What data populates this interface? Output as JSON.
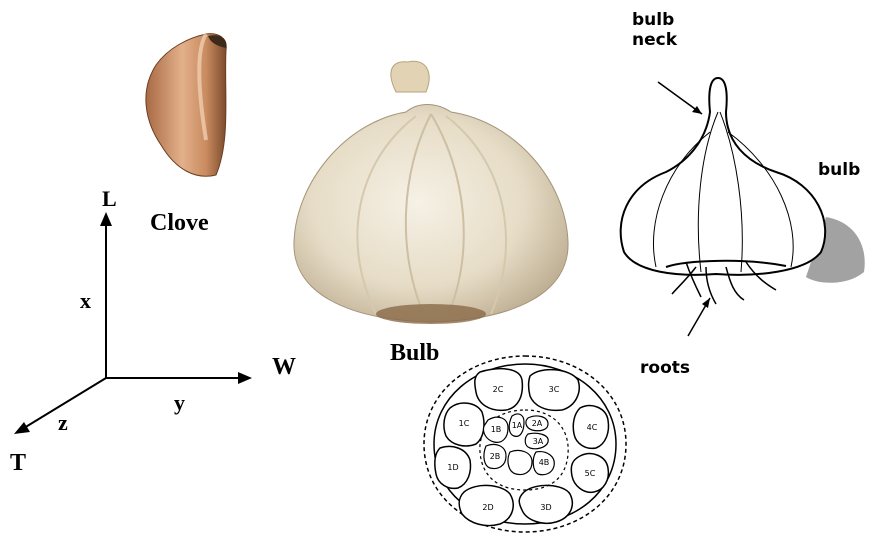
{
  "labels": {
    "clove": "Clove",
    "bulb_photo": "Bulb",
    "axis_L": "L",
    "axis_x": "x",
    "axis_W": "W",
    "axis_y": "y",
    "axis_T": "T",
    "axis_z": "z",
    "sketch_bulb_neck_line1": "bulb",
    "sketch_bulb_neck_line2": "neck",
    "sketch_bulb": "bulb",
    "sketch_roots": "roots"
  },
  "cross_section": {
    "clove_labels": [
      "2C",
      "3C",
      "1C",
      "4C",
      "1D",
      "5C",
      "2D",
      "3D",
      "1B",
      "2A",
      "1A",
      "3A",
      "2B",
      "4B"
    ]
  },
  "colors": {
    "clove_skin": "#c98b5f",
    "bulb_skin": "#e8e0cf",
    "ink": "#000000"
  }
}
